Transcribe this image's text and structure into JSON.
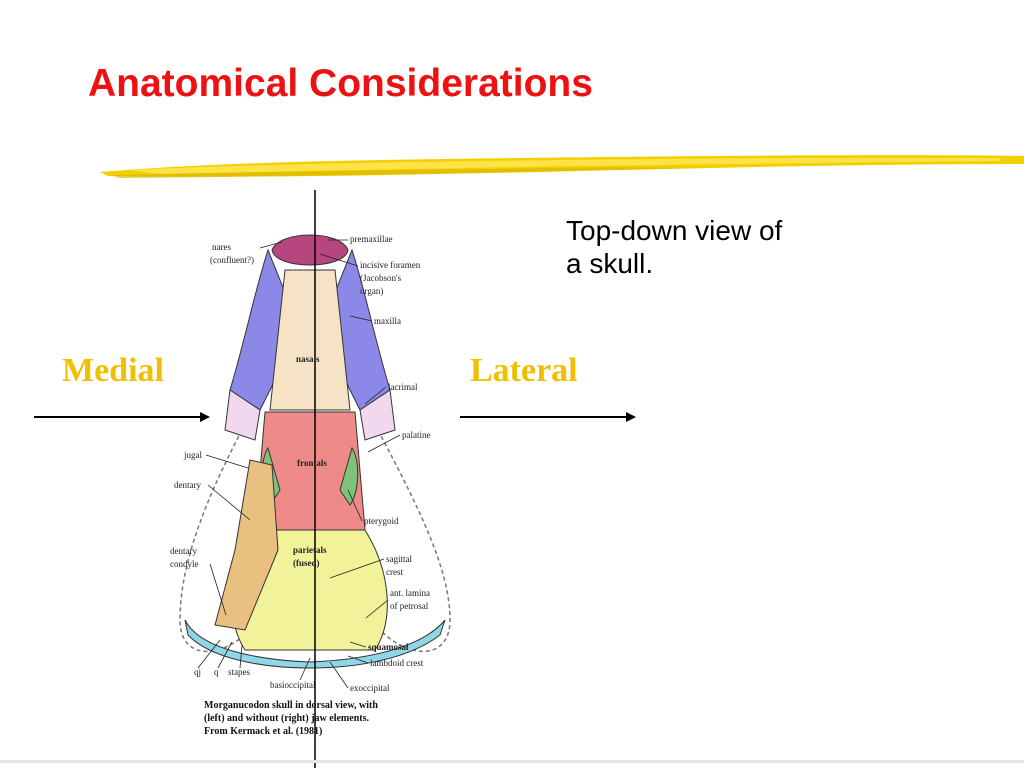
{
  "slide": {
    "title": "Anatomical Considerations",
    "subtitle_line1": "Top-down view of",
    "subtitle_line2": "a skull.",
    "left_label": "Medial",
    "right_label": "Lateral"
  },
  "figure": {
    "labels": {
      "nares": "nares",
      "confluent": "(confluent?)",
      "premaxillae": "premaxillae",
      "incisive_foramen": "incisive foramen",
      "jacobsons": "(Jacobson's",
      "organ": "organ)",
      "maxilla": "maxilla",
      "nasals": "nasals",
      "lacrimal": "lacrimal",
      "palatine": "palatine",
      "jugal": "jugal",
      "frontals": "frontals",
      "dentary": "dentary",
      "pterygoid": "pterygoid",
      "dentary_condyle_1": "dentary",
      "dentary_condyle_2": "condyle",
      "parietals": "parietals",
      "fused": "(fused)",
      "sagittal_1": "sagittal",
      "sagittal_2": "crest",
      "ant_lamina_1": "ant. lamina",
      "ant_lamina_2": "of petrosal",
      "squamosal": "squamosal",
      "lambdoid": "lambdoid crest",
      "qj": "qj",
      "q": "q",
      "stapes": "stapes",
      "basioccipital": "basioccipital",
      "exoccipital": "exoccipital"
    },
    "caption_line1": "Morganucodon skull in dorsal view, with",
    "caption_line2": "(left) and without (right) jaw elements.",
    "caption_line3": "From Kermack et al. (1981)"
  },
  "colors": {
    "title": "#ee1111",
    "side_labels": "#f0c000",
    "brush": "#f2d000",
    "premaxillae": "#b8467e",
    "maxilla": "#8c88e8",
    "nasals": "#f6e2c4",
    "frontals": "#ee8a88",
    "parietals": "#f2f29a",
    "pterygoid": "#7fc27a",
    "jugal": "#e9c080",
    "squamosal": "#8fd6e6",
    "lacrimal": "#f2d8ee"
  }
}
